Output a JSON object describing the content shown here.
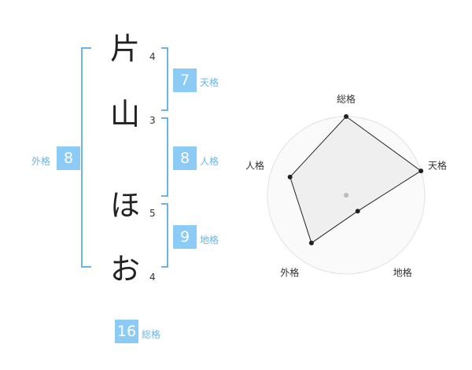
{
  "name": {
    "chars": [
      {
        "char": "片",
        "strokes": "4"
      },
      {
        "char": "山",
        "strokes": "3"
      },
      {
        "char": "ほ",
        "strokes": "5"
      },
      {
        "char": "お",
        "strokes": "4"
      }
    ]
  },
  "fortune": {
    "ten": {
      "value": "7",
      "label": "天格"
    },
    "jin": {
      "value": "8",
      "label": "人格"
    },
    "chi": {
      "value": "9",
      "label": "地格"
    },
    "gai": {
      "value": "8",
      "label": "外格"
    },
    "sou": {
      "value": "16",
      "label": "総格"
    }
  },
  "colors": {
    "accent": "#8ccbf5",
    "accent_text": "#6ab5e6",
    "bracket": "#6ab5e6"
  },
  "chart_data": {
    "type": "radar",
    "axes": [
      "総格",
      "天格",
      "地格",
      "外格",
      "人格"
    ],
    "values": [
      4,
      4,
      1,
      3,
      3
    ],
    "rmax": 4,
    "rings": 4
  }
}
